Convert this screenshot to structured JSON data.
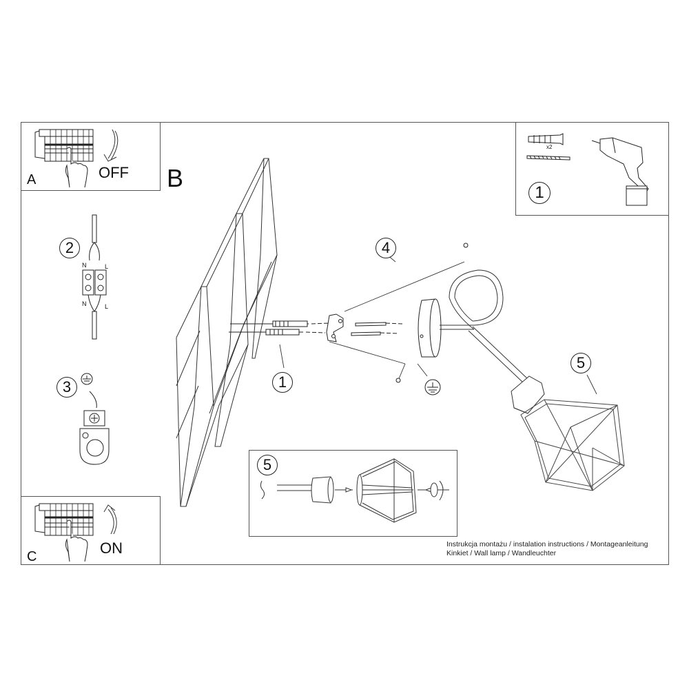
{
  "document": {
    "type": "assembly-instructions",
    "product": "wall lamp"
  },
  "panels": {
    "a": {
      "letter": "A",
      "action": "OFF"
    },
    "b": {
      "letter": "B"
    },
    "c": {
      "letter": "C",
      "action": "ON"
    }
  },
  "steps": {
    "s1_tools": {
      "number": "1",
      "quantity": "x2"
    },
    "s1_wall": {
      "number": "1"
    },
    "s2": {
      "number": "2",
      "wire_labels": [
        "N",
        "L",
        "N",
        "L"
      ]
    },
    "s3": {
      "number": "3"
    },
    "s4": {
      "number": "4"
    },
    "s5_main": {
      "number": "5"
    },
    "s5_inset": {
      "number": "5"
    }
  },
  "symbols": {
    "ground": "earth-ground-symbol"
  },
  "footer": {
    "line1": "Instrukcja montażu / instalation instructions / Montageanleitung",
    "line2": "Kinkiet / Wall lamp / Wandleuchter"
  }
}
